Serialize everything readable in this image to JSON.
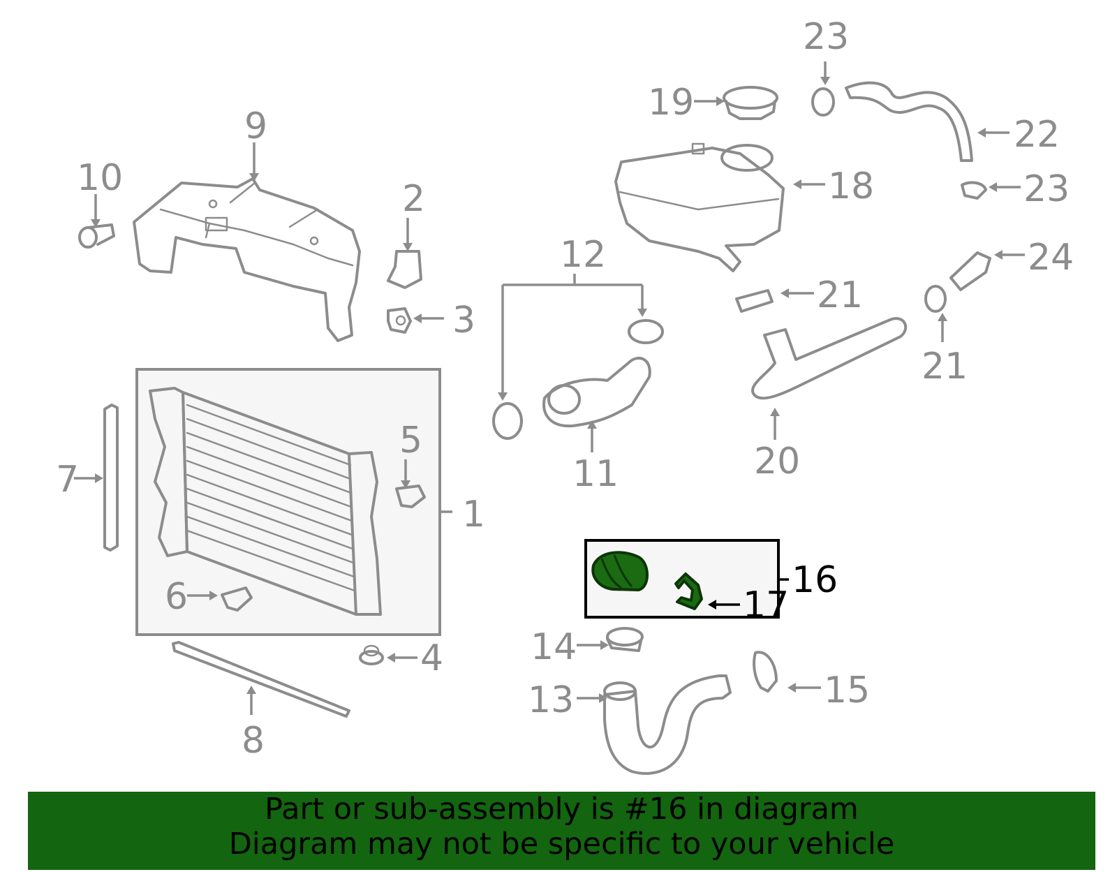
{
  "colors": {
    "part_line": "#8c8c8c",
    "highlight_fill": "#1a6b12",
    "banner_bg": "#13650f",
    "highlight_label": "#000000"
  },
  "callouts": {
    "c1": "1",
    "c2": "2",
    "c3": "3",
    "c4": "4",
    "c5": "5",
    "c6": "6",
    "c7": "7",
    "c8": "8",
    "c9": "9",
    "c10": "10",
    "c11": "11",
    "c12": "12",
    "c13": "13",
    "c14": "14",
    "c15": "15",
    "c16": "16",
    "c17": "17",
    "c18": "18",
    "c19": "19",
    "c20": "20",
    "c21a": "21",
    "c21b": "21",
    "c22": "22",
    "c23a": "23",
    "c23b": "23",
    "c24": "24"
  },
  "highlighted_part": "16",
  "banner": {
    "line1": "Part or sub-assembly is #16 in diagram",
    "line2": "Diagram may not be specific to your vehicle"
  }
}
